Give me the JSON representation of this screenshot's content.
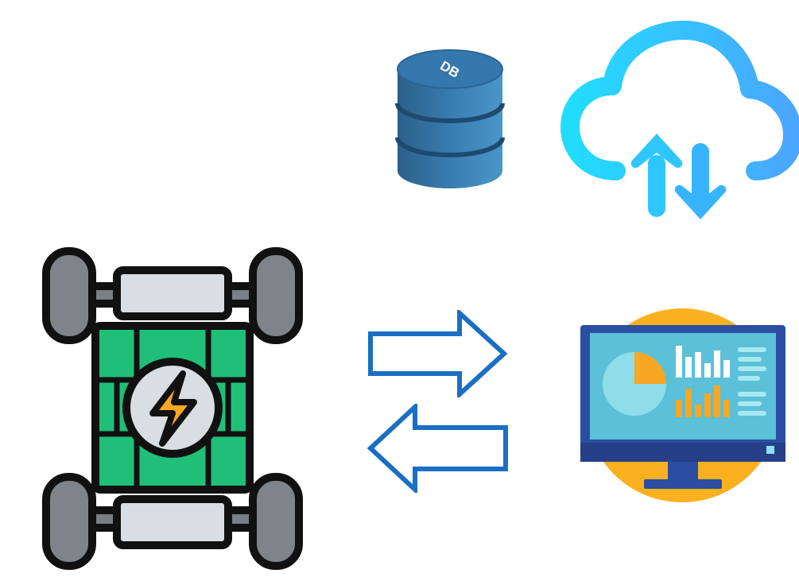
{
  "icons": {
    "database": {
      "name": "database-icon",
      "label": "DB",
      "color": "#2a6d9e"
    },
    "cloud": {
      "name": "cloud-sync-icon",
      "color": "#35b8ff"
    },
    "chassis": {
      "name": "ev-chassis-icon",
      "color": "#1fbf7a"
    },
    "monitor": {
      "name": "dashboard-monitor-icon",
      "color": "#2b4ea2"
    }
  },
  "arrows": {
    "right": {
      "name": "send-arrow-icon",
      "direction": "right",
      "color": "#1a6fc4"
    },
    "left": {
      "name": "receive-arrow-icon",
      "direction": "left",
      "color": "#1a6fc4"
    }
  }
}
